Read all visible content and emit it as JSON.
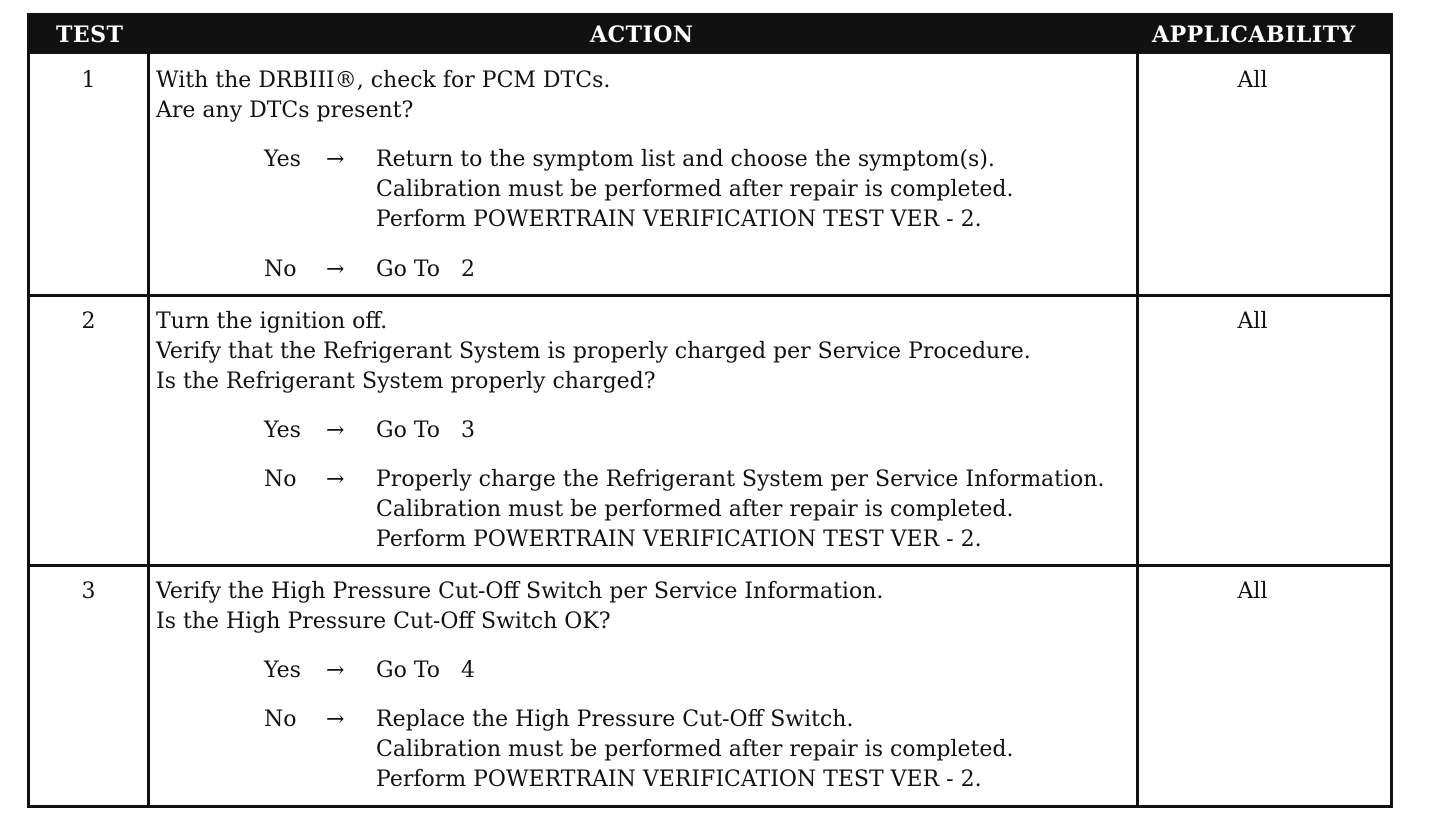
{
  "headers": {
    "test": "TEST",
    "action": "ACTION",
    "applicability": "APPLICABILITY"
  },
  "rows": [
    {
      "test": "1",
      "question": [
        "With the DRBIII®, check for PCM DTCs.",
        "Are any DTCs present?"
      ],
      "yes_label": "Yes",
      "arrow": "→",
      "yes": [
        "Return to the symptom list and choose the symptom(s).",
        "Calibration must be performed after repair is completed.",
        "Perform POWERTRAIN VERIFICATION TEST VER - 2."
      ],
      "no_label": "No",
      "no": [
        "Go To   2"
      ],
      "applicability": "All"
    },
    {
      "test": "2",
      "question": [
        "Turn the ignition off.",
        "Verify that the Refrigerant System is properly charged per Service Procedure.",
        "Is the Refrigerant System properly charged?"
      ],
      "yes_label": "Yes",
      "arrow": "→",
      "yes": [
        "Go To   3"
      ],
      "no_label": "No",
      "no": [
        "Properly charge the Refrigerant System per Service Information.",
        "Calibration must be performed after repair is completed.",
        "Perform POWERTRAIN VERIFICATION TEST VER - 2."
      ],
      "applicability": "All"
    },
    {
      "test": "3",
      "question": [
        "Verify the High Pressure Cut-Off Switch per Service Information.",
        "Is the High Pressure Cut-Off Switch OK?"
      ],
      "yes_label": "Yes",
      "arrow": "→",
      "yes": [
        "Go To   4"
      ],
      "no_label": "No",
      "no": [
        "Replace the High Pressure Cut-Off Switch.",
        "Calibration must be performed after repair is completed.",
        "Perform POWERTRAIN VERIFICATION TEST VER - 2."
      ],
      "applicability": "All"
    }
  ]
}
